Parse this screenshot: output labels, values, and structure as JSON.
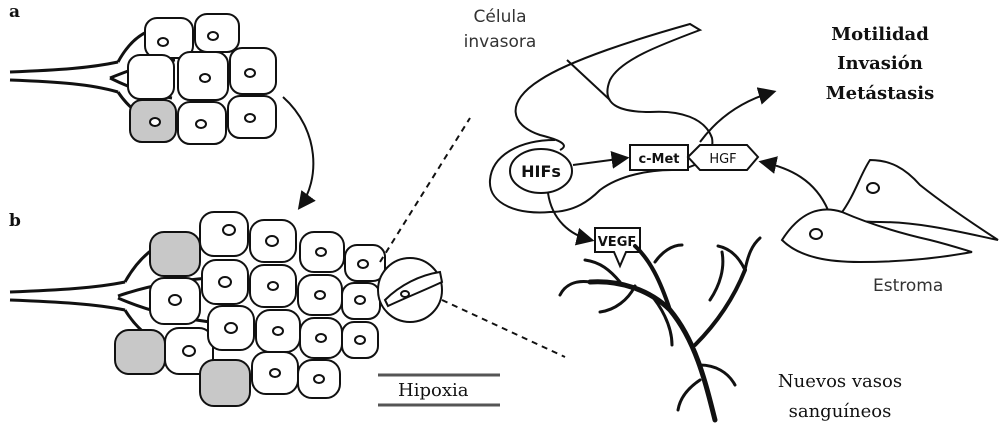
{
  "labels": {
    "panel_a": "a",
    "panel_b": "b",
    "celula_line1": "Célula",
    "celula_line2": "invasora",
    "motilidad": "Motilidad",
    "invasion": "Invasión",
    "metastasis": "Metástasis",
    "hifs": "HIFs",
    "cmet": "c-Met",
    "hgf": "HGF",
    "vegf": "VEGF",
    "estroma": "Estroma",
    "hipoxia": "Hipoxia",
    "vasos_line1": "Nuevos vasos",
    "vasos_line2": "sanguíneos"
  },
  "colors": {
    "ink": "#111111",
    "paper": "#ffffff",
    "shade": "#9a9a9a"
  }
}
